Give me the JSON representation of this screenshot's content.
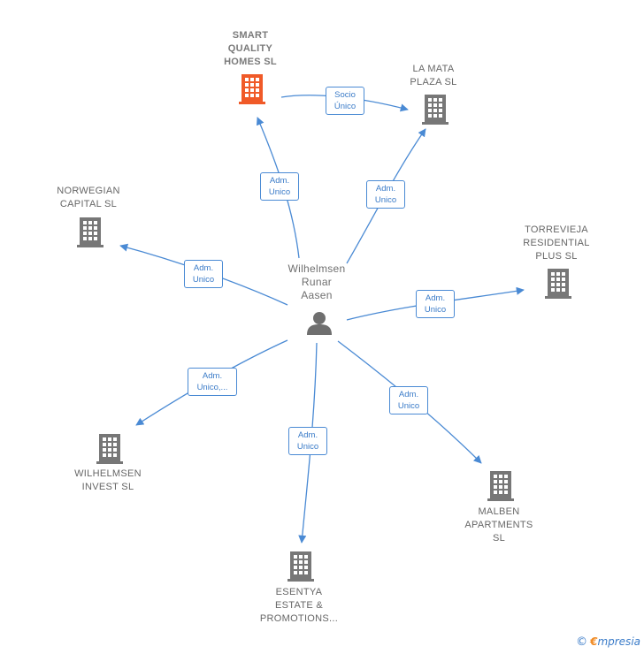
{
  "colors": {
    "edge": "#4a8ad4",
    "building": "#777777",
    "main_building": "#f05a28",
    "person": "#6f6f6f"
  },
  "center": {
    "id": "p",
    "label": [
      "Wilhelmsen",
      "Runar",
      "Aasen"
    ],
    "icon": "person-icon"
  },
  "companies": [
    {
      "id": "smart",
      "label": [
        "SMART",
        "QUALITY",
        "HOMES  SL"
      ],
      "main": true,
      "icon": "building-icon"
    },
    {
      "id": "mata",
      "label": [
        "LA MATA",
        "PLAZA  SL"
      ],
      "icon": "building-icon"
    },
    {
      "id": "norwegian",
      "label": [
        "NORWEGIAN",
        "CAPITAL  SL"
      ],
      "icon": "building-icon"
    },
    {
      "id": "torrevieja",
      "label": [
        "TORREVIEJA",
        "RESIDENTIAL",
        "PLUS  SL"
      ],
      "icon": "building-icon"
    },
    {
      "id": "wilhelmsen",
      "label": [
        "WILHELMSEN",
        "INVEST  SL"
      ],
      "icon": "building-icon"
    },
    {
      "id": "malben",
      "label": [
        "MALBEN",
        "APARTMENTS",
        "SL"
      ],
      "icon": "building-icon"
    },
    {
      "id": "esentya",
      "label": [
        "ESENTYA",
        "ESTATE &",
        "PROMOTIONS..."
      ],
      "icon": "building-icon"
    }
  ],
  "edges": [
    {
      "from": "p",
      "to": "smart",
      "label": [
        "Adm.",
        "Unico"
      ]
    },
    {
      "from": "p",
      "to": "mata",
      "label": [
        "Adm.",
        "Unico"
      ]
    },
    {
      "from": "smart",
      "to": "mata",
      "label": [
        "Socio",
        "Único"
      ]
    },
    {
      "from": "p",
      "to": "norwegian",
      "label": [
        "Adm.",
        "Unico"
      ]
    },
    {
      "from": "p",
      "to": "torrevieja",
      "label": [
        "Adm.",
        "Unico"
      ]
    },
    {
      "from": "p",
      "to": "wilhelmsen",
      "label": [
        "Adm.",
        "Unico,..."
      ]
    },
    {
      "from": "p",
      "to": "esentya",
      "label": [
        "Adm.",
        "Unico"
      ]
    },
    {
      "from": "p",
      "to": "malben",
      "label": [
        "Adm.",
        "Unico"
      ]
    }
  ],
  "footer": {
    "copyright": "©",
    "brand_e": "€",
    "brand_rest": "mpresia"
  }
}
